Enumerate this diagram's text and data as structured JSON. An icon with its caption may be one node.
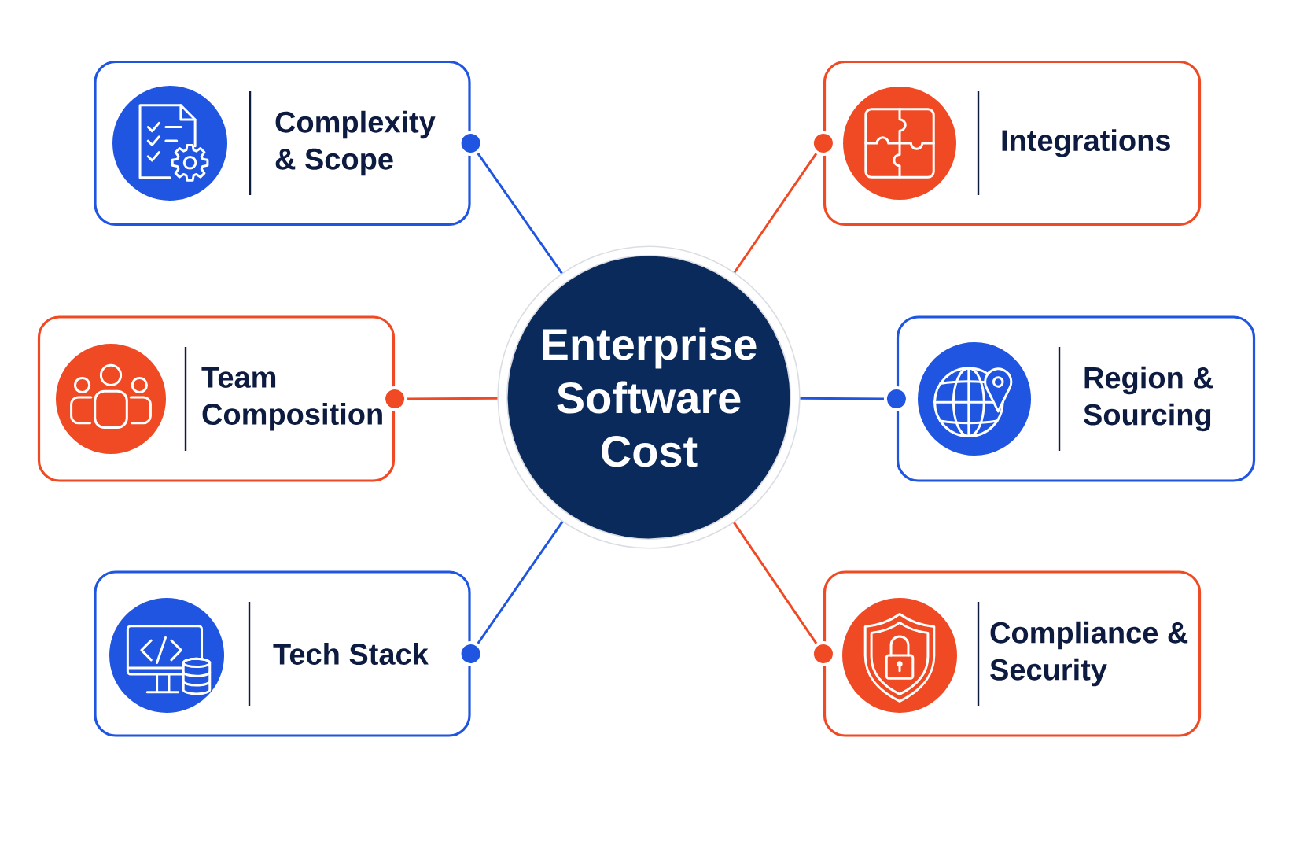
{
  "diagram": {
    "nodes": [
      {
        "text": [
          "Complexity & Scope"
        ]
      },
      {
        "text": [
          "Integrations"
        ]
      },
      {
        "text": [
          "Team Composition"
        ]
      },
      {
        "text": [
          "Enterprise Software Cost"
        ]
      },
      {
        "text": [
          "Region & Sourcing"
        ]
      },
      {
        "text": [
          "Tech Stack"
        ]
      },
      {
        "text": [
          "Compliance & Security"
        ]
      }
    ],
    "edges": [
      {
        "from": 3,
        "to": 0,
        "arrow": "other",
        "color": "#1f55e0"
      },
      {
        "from": 3,
        "to": 1,
        "arrow": "other",
        "color": "#f04a24"
      },
      {
        "from": 3,
        "to": 2,
        "arrow": "other",
        "color": "#f04a24"
      },
      {
        "from": 3,
        "to": 4,
        "arrow": "other",
        "color": "#1f55e0"
      },
      {
        "from": 3,
        "to": 5,
        "arrow": "other",
        "color": "#1f55e0"
      },
      {
        "from": 3,
        "to": 6,
        "arrow": "other",
        "color": "#f04a24"
      }
    ]
  }
}
